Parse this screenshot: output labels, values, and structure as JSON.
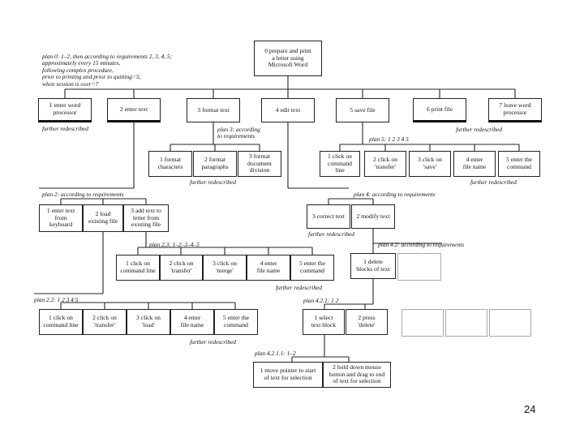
{
  "root": "0 prepare and print\na letter using\nMicrosoft Word",
  "plan0": "plan 0: 1–2, then according to requirements 2, 3, 4, 5;\napproximately every 15 minutes,\nfollowing complex procedure,\nprior to printing and prior to quitting=5;\nwhen session is over=7",
  "level1": [
    "1  enter word\nprocessor",
    "2  enter text",
    "3  format text",
    "4  edit text",
    "5  save file",
    "6  print file",
    "7  leave word\nprocessor"
  ],
  "plan3": "plan 3: according\nto requirements",
  "node3": [
    "1  format\ncharacters",
    "2  format\nparagraphs",
    "3  format\ndocument\ndivision"
  ],
  "plan5": "plan 5: 1   2   3   4   5",
  "node5": [
    "1  click on\ncommand\nline",
    "2  click on\n'transfer'",
    "3  click on\n'save'",
    "4  enter\nfile name",
    "5  enter the\ncommand"
  ],
  "plan2": "plan 2: according to requirements",
  "node2": [
    "1  enter text\nfrom\nkeyboard",
    "2  load\nexisting file",
    "3  add text to\nletter from\nexisting file"
  ],
  "plan4": "plan 4: according to requirements",
  "node4": [
    "3  correct text",
    "2  modify text"
  ],
  "plan23": "plan 2.3: 1–2–3–4–5",
  "node23": [
    "1  click on\ncommand line",
    "2  click on\n'transfer'",
    "3  click on\n'merge'",
    "4  enter\nfile name",
    "5  enter the\ncommand"
  ],
  "plan42": "plan 4.2: according to requirements",
  "node42": [
    "1  delete\nblocks of text"
  ],
  "plan22": "plan 2.2: 1   2   3   4   5",
  "node22": [
    "1  click on\ncommand line",
    "2  click on\n'transfer'",
    "3  click on\n'load'",
    "4  enter\nfile name",
    "5  enter the\ncommand"
  ],
  "plan421": "plan 4.2.1: 1   2",
  "node421": [
    "1  select\ntext block",
    "2  press\n'delete'"
  ],
  "plan4211": "plan 4.2.1.1: 1–2",
  "node4211": [
    "1  move pointer to start\nof text for selection",
    "2  hold down mouse\nbutton and drag to end\nof text for selection"
  ],
  "further": "further redescribed",
  "page_number": "24"
}
